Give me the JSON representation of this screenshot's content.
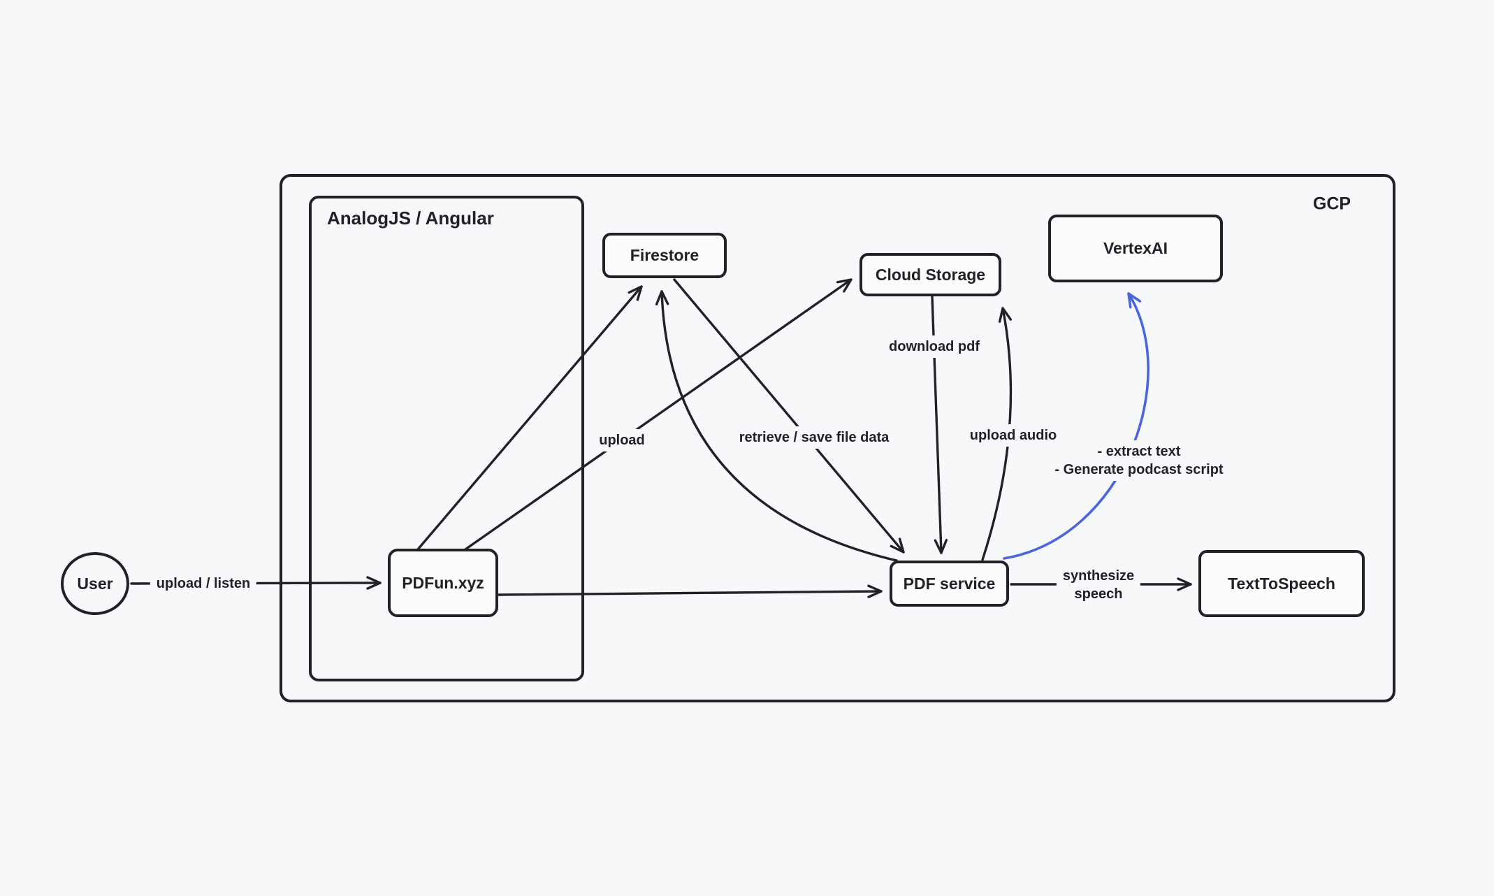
{
  "diagram": {
    "background": "#f7f8fa",
    "stroke_color": "#202227",
    "accent_blue": "#4b66dc",
    "node_fill": "#fcfcfd"
  },
  "containers": {
    "gcp": {
      "label": "GCP"
    },
    "frontend": {
      "label": "AnalogJS / Angular"
    }
  },
  "nodes": {
    "user": {
      "label": "User"
    },
    "pdfun": {
      "label": "PDFun.xyz"
    },
    "firestore": {
      "label": "Firestore"
    },
    "cloud_storage": {
      "label": "Cloud Storage"
    },
    "vertexai": {
      "label": "VertexAI"
    },
    "pdf_service": {
      "label": "PDF service"
    },
    "text_to_speech": {
      "label": "TextToSpeech"
    }
  },
  "edges": {
    "user_to_pdfun": {
      "label": "upload / listen"
    },
    "pdfun_to_cloud_storage": {
      "label": "upload"
    },
    "firestore_pdf_service": {
      "label": "retrieve / save file data"
    },
    "cloud_storage_to_pdf_service": {
      "label": "download pdf"
    },
    "pdf_service_to_cloud_storage": {
      "label": "upload audio"
    },
    "pdf_service_to_vertexai": {
      "label_line1": "- extract text",
      "label_line2": "- Generate podcast script"
    },
    "pdf_service_to_text_to_speech": {
      "label_line1": "synthesize",
      "label_line2": "speech"
    }
  }
}
